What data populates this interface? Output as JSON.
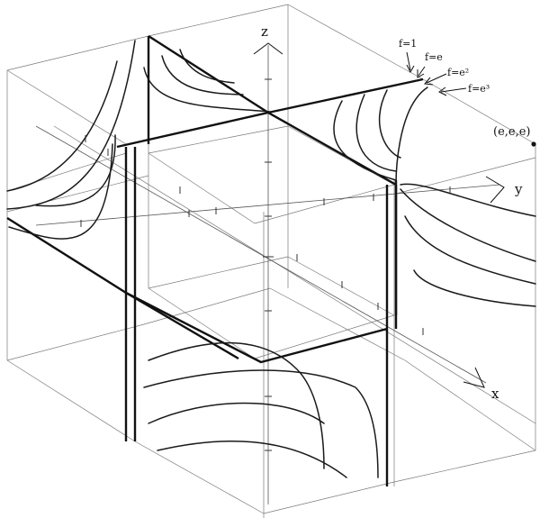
{
  "axes": {
    "x": "x",
    "y": "y",
    "z": "z"
  },
  "point_label": "(e,e,e)",
  "level_labels": [
    "f=1",
    "f=e",
    "f=e²",
    "f=e³"
  ]
}
